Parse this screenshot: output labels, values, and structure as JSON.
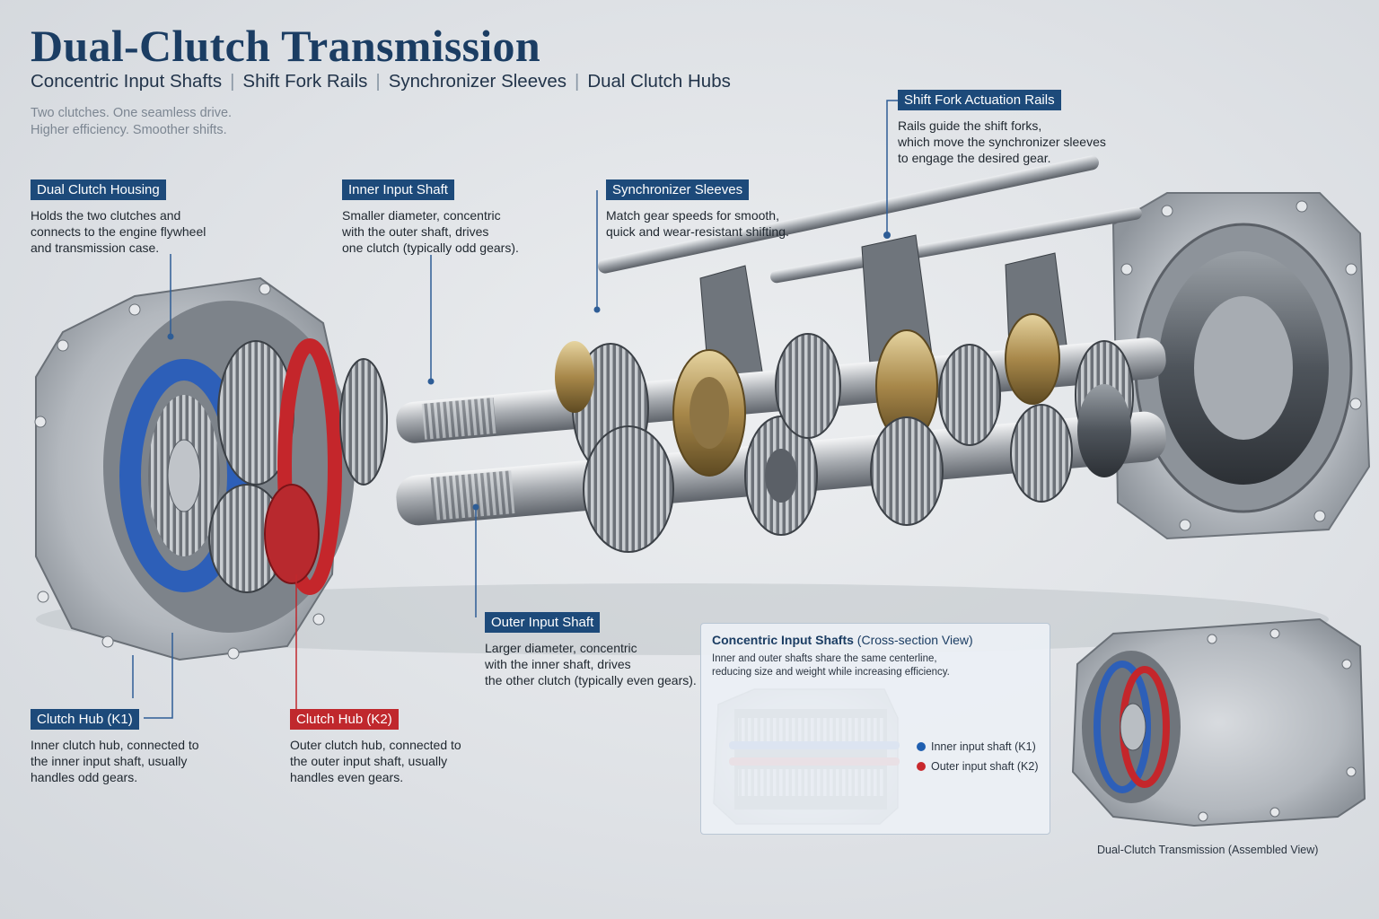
{
  "title": "Dual-Clutch Transmission",
  "subtitle": {
    "items": [
      "Concentric Input Shafts",
      "Shift Fork Rails",
      "Synchronizer Sleeves",
      "Dual Clutch Hubs"
    ],
    "separator": "|"
  },
  "tagline": [
    "Two clutches. One seamless drive.",
    "Higher efficiency. Smoother shifts."
  ],
  "callouts": {
    "dual_clutch_housing": {
      "label": "Dual Clutch Housing",
      "lines": [
        "Holds the two clutches and",
        "connects to the engine flywheel",
        "and transmission case."
      ]
    },
    "inner_input_shaft": {
      "label": "Inner Input Shaft",
      "lines": [
        "Smaller diameter, concentric",
        "with the outer shaft, drives",
        "one clutch (typically odd gears)."
      ]
    },
    "synchronizer_sleeves": {
      "label": "Synchronizer Sleeves",
      "lines": [
        "Match gear speeds for smooth,",
        "quick and wear-resistant shifting."
      ]
    },
    "shift_fork_rails": {
      "label": "Shift Fork Actuation Rails",
      "lines": [
        "Rails guide the shift forks,",
        "which move the synchronizer sleeves",
        "to engage the desired gear."
      ]
    },
    "outer_input_shaft": {
      "label": "Outer Input Shaft",
      "lines": [
        "Larger diameter, concentric",
        "with the inner shaft, drives",
        "the other clutch (typically even gears)."
      ]
    },
    "clutch_hub_k1": {
      "label": "Clutch Hub (K1)",
      "lines": [
        "Inner clutch hub, connected to",
        "the inner input shaft, usually",
        "handles odd gears."
      ]
    },
    "clutch_hub_k2": {
      "label": "Clutch Hub (K2)",
      "lines": [
        "Outer clutch hub, connected to",
        "the outer input shaft, usually",
        "handles even gears."
      ]
    }
  },
  "inset": {
    "title_bold": "Concentric Input Shafts",
    "title_rest": " (Cross-section View)",
    "lines": [
      "Inner and outer shafts share the same centerline,",
      "reducing size and weight while increasing efficiency."
    ],
    "legend": [
      {
        "label": "Inner input shaft (K1)",
        "color": "#1f5fb0"
      },
      {
        "label": "Outer input shaft (K2)",
        "color": "#c8282d"
      }
    ]
  },
  "assembled_caption": "Dual-Clutch Transmission (Assembled View)",
  "colors": {
    "accent_blue": "#1d4a7a",
    "accent_red": "#c0282d",
    "title": "#1b3d63"
  }
}
